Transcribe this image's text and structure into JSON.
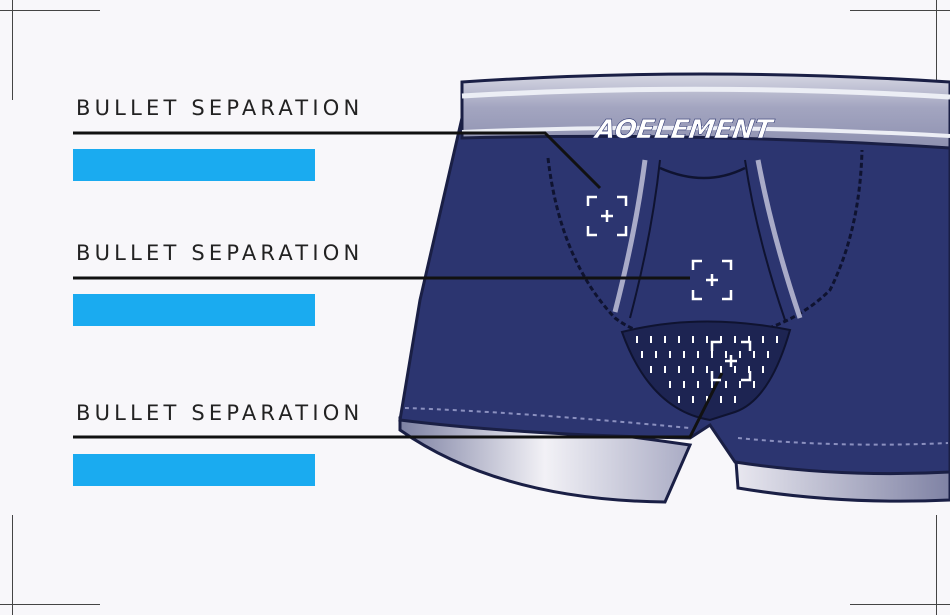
{
  "labels": [
    "BULLET SEPARATION",
    "BULLET SEPARATION",
    "BULLET SEPARATION"
  ],
  "brand": "AOELEMENT",
  "colors": {
    "accent_bar": "#1aabf0",
    "fabric": "#2c3570",
    "fabric_dark": "#1d2452",
    "waistband": "#a7a9c4",
    "leader_line": "#111111"
  },
  "icons": [
    "focus-plus-icon",
    "focus-plus-icon",
    "focus-plus-icon"
  ]
}
